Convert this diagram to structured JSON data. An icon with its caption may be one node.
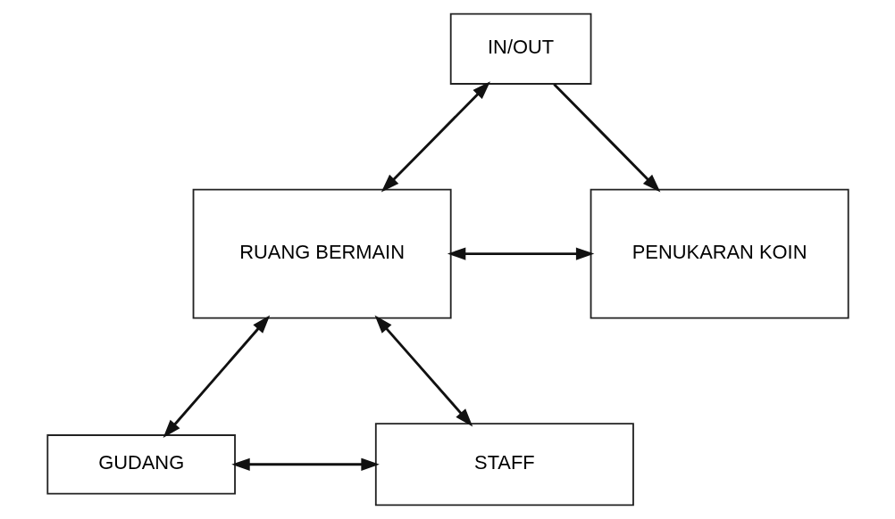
{
  "diagram": {
    "nodes": [
      {
        "text": [
          "GUDANG"
        ]
      },
      {
        "text": [
          "STAFF"
        ]
      },
      {
        "text": [
          "RUANG BERMAIN"
        ]
      },
      {
        "text": [
          "PENUKARAN KOIN"
        ]
      },
      {
        "text": [
          "IN/OUT"
        ]
      }
    ],
    "edges": [
      {
        "from": 0,
        "to": 1,
        "arrow": "both"
      },
      {
        "from": 2,
        "to": 0,
        "arrow": "both"
      },
      {
        "from": 2,
        "to": 1,
        "arrow": "both"
      },
      {
        "from": 2,
        "to": 3,
        "arrow": "both"
      },
      {
        "from": 4,
        "to": 2,
        "arrow": "both"
      },
      {
        "from": 4,
        "to": 3,
        "arrow": "to"
      }
    ]
  }
}
